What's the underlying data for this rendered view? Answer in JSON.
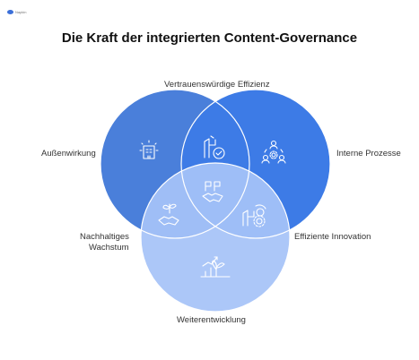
{
  "logo_text": "Napkin",
  "title": "Die Kraft der integrierten Content-Governance",
  "labels": {
    "top": "Vertrauenswürdige Effizienz",
    "left": "Außenwirkung",
    "right": "Interne Prozesse",
    "mid_left_1": "Nachhaltiges",
    "mid_left_2": "Wachstum",
    "mid_right": "Effiziente Innovation",
    "bottom": "Weiterentwicklung"
  },
  "colors": {
    "circle_left": "#4a7fda",
    "circle_right": "#3d7be6",
    "circle_bottom": "#a6c3f8",
    "icon_stroke": "#ffffff"
  },
  "icons": [
    "building-icon",
    "network-gear-icon",
    "factory-check-icon",
    "handshake-flag-icon",
    "plant-handshake-icon",
    "factory-gear-icon",
    "growth-chart-icon"
  ]
}
